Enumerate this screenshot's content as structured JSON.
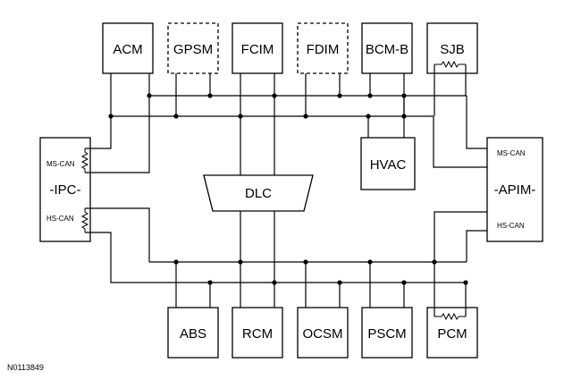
{
  "diagram": {
    "top_modules": [
      {
        "id": "acm",
        "label": "ACM",
        "optional": false
      },
      {
        "id": "gpsm",
        "label": "GPSM",
        "optional": true
      },
      {
        "id": "fcim",
        "label": "FCIM",
        "optional": false
      },
      {
        "id": "fdim",
        "label": "FDIM",
        "optional": true
      },
      {
        "id": "bcm_b",
        "label": "BCM-B",
        "optional": false
      },
      {
        "id": "sjb",
        "label": "SJB",
        "optional": false
      }
    ],
    "bottom_modules": [
      {
        "id": "abs",
        "label": "ABS"
      },
      {
        "id": "rcm",
        "label": "RCM"
      },
      {
        "id": "ocsm",
        "label": "OCSM"
      },
      {
        "id": "pscm",
        "label": "PSCM"
      },
      {
        "id": "pcm",
        "label": "PCM"
      }
    ],
    "hvac": "HVAC",
    "dlc": "DLC",
    "ipc": {
      "label": "-IPC-",
      "ms_can": "MS-CAN",
      "hs_can": "HS-CAN"
    },
    "apim": {
      "label": "-APIM-",
      "ms_can": "MS-CAN",
      "hs_can": "HS-CAN"
    },
    "reference": "N0113849"
  }
}
